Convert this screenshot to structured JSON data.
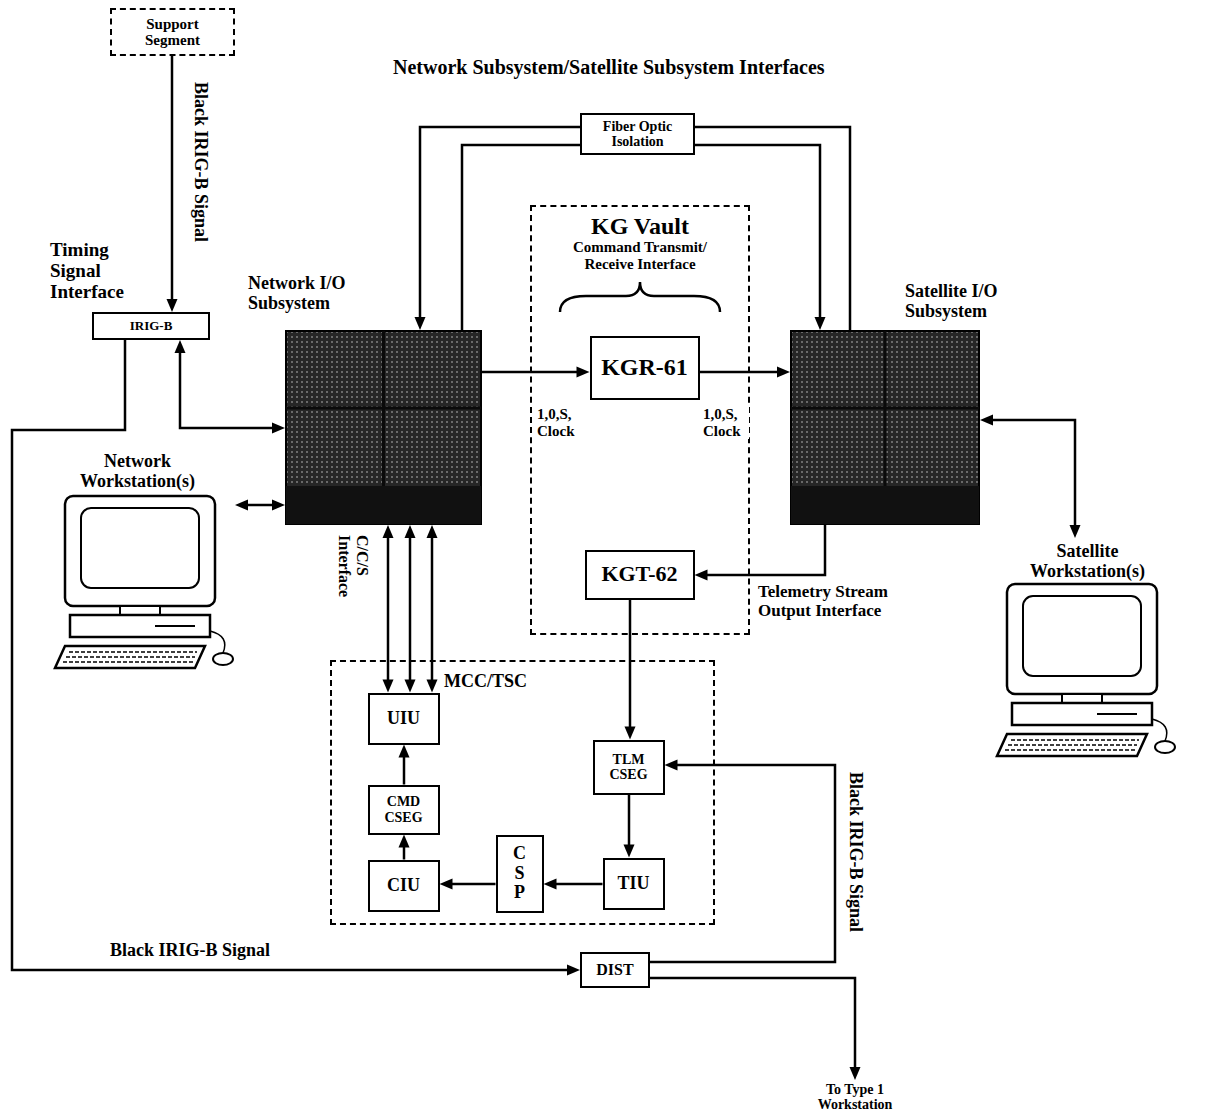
{
  "diagram": {
    "title": "Network Subsystem/Satellite Subsystem Interfaces",
    "nodes": [
      {
        "text": [
          "Support Segment"
        ]
      },
      {
        "text": [
          "Fiber Optic Isolation"
        ]
      },
      {
        "text": [
          "KG Vault",
          "Command Transmit/ Receive Interface"
        ]
      },
      {
        "text": [
          "KGR-61"
        ],
        "in": 2
      },
      {
        "text": [
          "KGT-62"
        ],
        "in": 2
      },
      {
        "text": [
          "Network I/O Subsystem"
        ]
      },
      {
        "text": [
          "Satellite I/O Subsystem"
        ]
      },
      {
        "text": [
          "IRIG-B"
        ]
      },
      {
        "text": [
          "Network Workstation(s)"
        ]
      },
      {
        "text": [
          "Satellite Workstation(s)"
        ]
      },
      {
        "text": [
          "MCC/TSC"
        ]
      },
      {
        "text": [
          "UIU"
        ],
        "in": 10
      },
      {
        "text": [
          "TLM CSEG"
        ],
        "in": 10
      },
      {
        "text": [
          "CMD CSEG"
        ],
        "in": 10
      },
      {
        "text": [
          "CSP"
        ],
        "in": 10
      },
      {
        "text": [
          "CIU"
        ],
        "in": 10
      },
      {
        "text": [
          "TIU"
        ],
        "in": 10
      },
      {
        "text": [
          "DIST"
        ]
      }
    ],
    "edges": [
      {
        "from": 0,
        "to": 7,
        "arrow": "to",
        "label": "Black IRIG-B Signal"
      },
      {
        "from": 7,
        "to": 5,
        "arrow": "both"
      },
      {
        "from": 7,
        "to": 17,
        "arrow": "to",
        "label": "Black IRIG-B Signal"
      },
      {
        "from": 1,
        "to": 5,
        "arrow": "to"
      },
      {
        "from": 5,
        "to": 1,
        "arrow": "none"
      },
      {
        "from": 1,
        "to": 6,
        "arrow": "to"
      },
      {
        "from": 6,
        "to": 1,
        "arrow": "none"
      },
      {
        "from": 5,
        "to": 3,
        "arrow": "to",
        "label": "1,0,S, Clock"
      },
      {
        "from": 3,
        "to": 6,
        "arrow": "to",
        "label": "1,0,S, Clock"
      },
      {
        "from": 6,
        "to": 4,
        "arrow": "to",
        "label": "Telemetry Stream Output Interface"
      },
      {
        "from": 5,
        "to": 11,
        "arrow": "both"
      },
      {
        "from": 5,
        "to": 11,
        "arrow": "both"
      },
      {
        "from": 5,
        "to": 11,
        "arrow": "both"
      },
      {
        "from": 4,
        "to": 12,
        "arrow": "to"
      },
      {
        "from": 12,
        "to": 16,
        "arrow": "to"
      },
      {
        "from": 16,
        "to": 14,
        "arrow": "to"
      },
      {
        "from": 14,
        "to": 15,
        "arrow": "to"
      },
      {
        "from": 15,
        "to": 13,
        "arrow": "to"
      },
      {
        "from": 13,
        "to": 11,
        "arrow": "to"
      },
      {
        "from": 17,
        "to": 12,
        "arrow": "to",
        "label": "Black IRIG-B Signal"
      },
      {
        "from": 6,
        "to": 9,
        "arrow": "both"
      },
      {
        "from": 5,
        "to": 8,
        "arrow": "both"
      }
    ],
    "labels": [
      "Timing Signal Interface",
      "C/C/S Interface",
      "To Type 1 Workstation"
    ]
  }
}
